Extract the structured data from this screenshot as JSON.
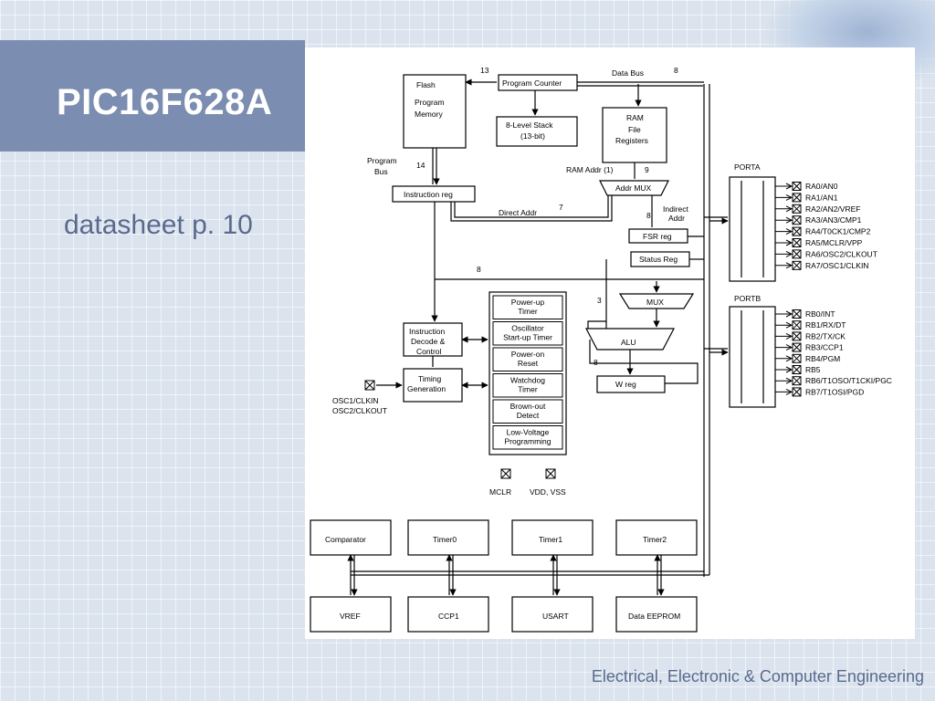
{
  "slide": {
    "title": "PIC16F628A",
    "subtitle": "datasheet p. 10",
    "footer": "Electrical, Electronic & Computer Engineering"
  },
  "diagram": {
    "flash": [
      "Flash",
      "Program",
      "Memory"
    ],
    "program_counter": "Program Counter",
    "stack": [
      "8-Level Stack",
      "(13-bit)"
    ],
    "ram": [
      "RAM",
      "File",
      "Registers"
    ],
    "data_bus": "Data Bus",
    "data_bus_width": "8",
    "pc_width": "13",
    "program_bus": [
      "Program",
      "Bus"
    ],
    "program_bus_width": "14",
    "ram_addr": "RAM Addr (1)",
    "ram_addr_width": "9",
    "instruction_reg": "Instruction reg",
    "addr_mux": "Addr MUX",
    "direct_addr": "Direct Addr",
    "direct_addr_width": "7",
    "indirect_addr": [
      "Indirect",
      "Addr"
    ],
    "fsr_width": "8",
    "fsr_reg": "FSR reg",
    "status_reg": "Status Reg",
    "eight_bus": "8",
    "three": "3",
    "mux": "MUX",
    "alu": "ALU",
    "w_width": "8",
    "w_reg": "W reg",
    "decode": [
      "Instruction",
      "Decode &",
      "Control"
    ],
    "timing": [
      "Timing",
      "Generation"
    ],
    "osc": [
      "OSC1/CLKIN",
      "OSC2/CLKOUT"
    ],
    "power_blocks": [
      [
        "Power-up",
        "Timer"
      ],
      [
        "Oscillator",
        "Start-up Timer"
      ],
      [
        "Power-on",
        "Reset"
      ],
      [
        "Watchdog",
        "Timer"
      ],
      [
        "Brown-out",
        "Detect"
      ],
      [
        "Low-Voltage",
        "Programming"
      ]
    ],
    "mclr": "MCLR",
    "vdd_vss": "VDD, VSS",
    "porta_label": "PORTA",
    "porta_pins": [
      "RA0/AN0",
      "RA1/AN1",
      "RA2/AN2/VREF",
      "RA3/AN3/CMP1",
      "RA4/T0CK1/CMP2",
      "RA5/MCLR/VPP",
      "RA6/OSC2/CLKOUT",
      "RA7/OSC1/CLKIN"
    ],
    "portb_label": "PORTB",
    "portb_pins": [
      "RB0/INT",
      "RB1/RX/DT",
      "RB2/TX/CK",
      "RB3/CCP1",
      "RB4/PGM",
      "RB5",
      "RB6/T1OSO/T1CKI/PGC",
      "RB7/T1OSI/PGD"
    ],
    "peripherals_top": [
      "Comparator",
      "Timer0",
      "Timer1",
      "Timer2"
    ],
    "peripherals_bottom": [
      "VREF",
      "CCP1",
      "USART",
      "Data EEPROM"
    ]
  },
  "colors": {
    "title_band": "#7b8db0",
    "background": "#dbe4ee",
    "subtitle_text": "#5a6a8e",
    "diagram_line": "#000000"
  }
}
